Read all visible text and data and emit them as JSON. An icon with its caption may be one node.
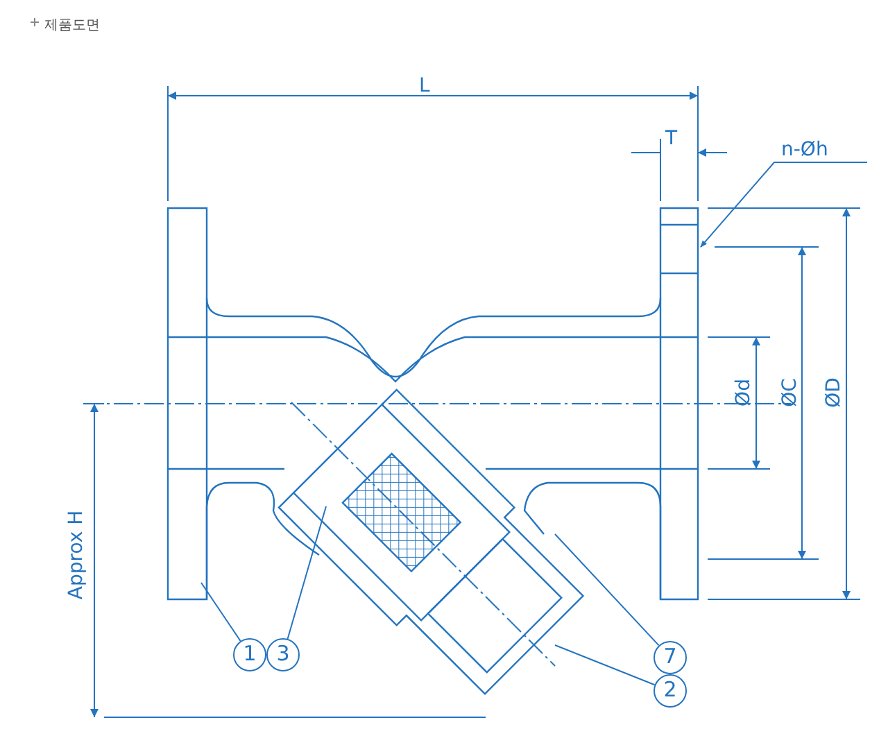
{
  "diagram": {
    "title": "제품도면",
    "nodes": [
      {
        "text": [
          "1"
        ]
      },
      {
        "text": [
          "3"
        ]
      },
      {
        "text": [
          "7"
        ]
      },
      {
        "text": [
          "2"
        ]
      },
      {
        "text": [
          "n-Øh"
        ]
      }
    ],
    "edges": [
      {
        "from": 0,
        "to": null,
        "arrow": "none"
      },
      {
        "from": 1,
        "to": null,
        "arrow": "none"
      },
      {
        "from": 2,
        "to": null,
        "arrow": "none"
      },
      {
        "from": 3,
        "to": null,
        "arrow": "none"
      },
      {
        "from": 4,
        "to": null,
        "arrow": "to"
      }
    ],
    "labels": [
      "L",
      "T",
      "Ød",
      "ØC",
      "ØD",
      "Approx H"
    ]
  }
}
